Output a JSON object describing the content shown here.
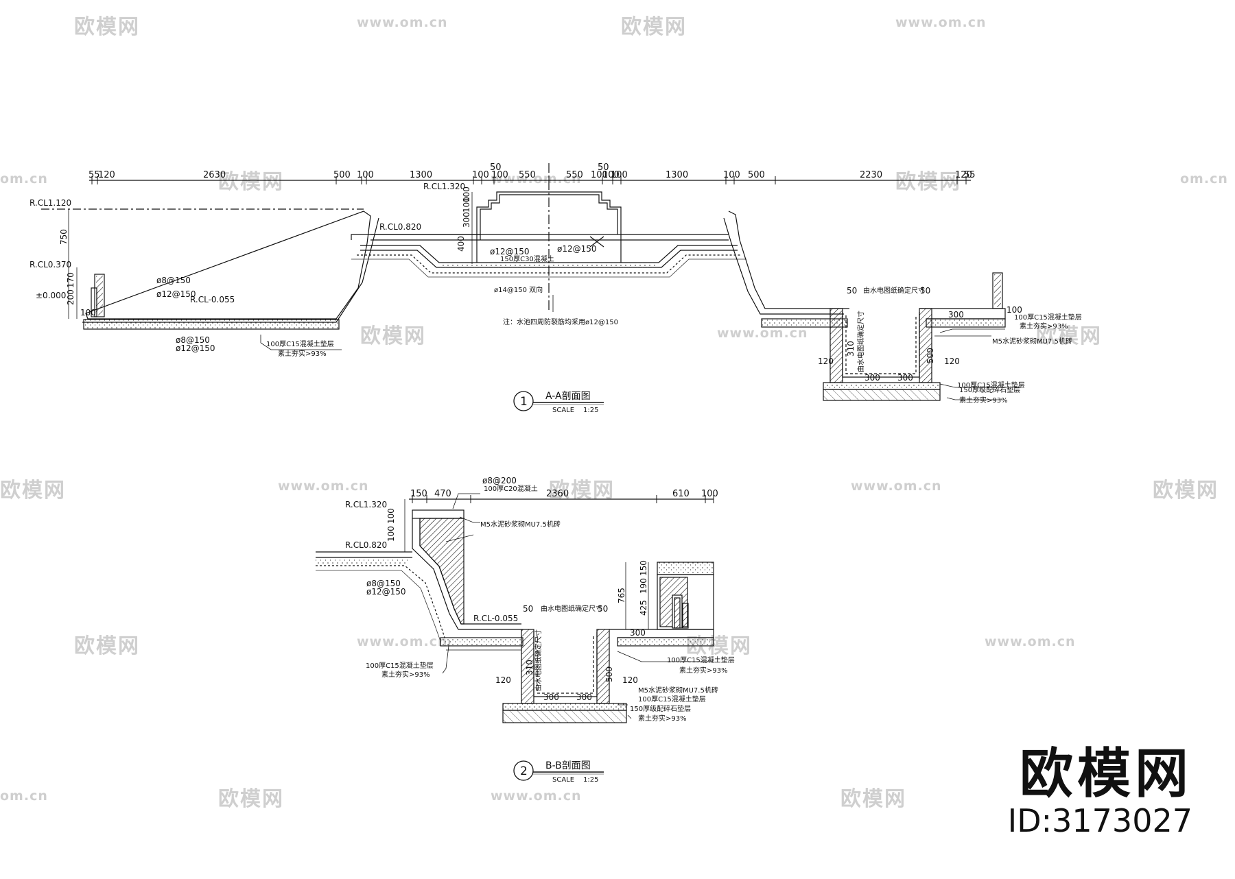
{
  "brand": {
    "name": "欧模网",
    "id_text": "ID:3173027"
  },
  "watermarks": {
    "brand": "欧模网",
    "url": "www.om.cn",
    "url_partial": "om.cn",
    "brand_partial": "欧模网"
  },
  "sections": [
    {
      "number": "1",
      "title": "A-A剖面图",
      "scale_label": "SCALE",
      "scale_value": "1:25"
    },
    {
      "number": "2",
      "title": "B-B剖面图",
      "scale_label": "SCALE",
      "scale_value": "1:25"
    }
  ],
  "aa": {
    "dims_top": [
      "55",
      "120",
      "2630",
      "500",
      "100",
      "1300",
      "100",
      "50",
      "100",
      "550",
      "550",
      "50",
      "100",
      "100",
      "100",
      "1300",
      "100",
      "500",
      "2230",
      "120",
      "55"
    ],
    "dims_v_left": [
      "750",
      "200",
      "170",
      "100"
    ],
    "dims_v_center": [
      "300",
      "100",
      "100",
      "400"
    ],
    "levels": [
      "R.CL1.120",
      "R.CL0.370",
      "±0.000",
      "R.CL1.320",
      "R.CL0.820",
      "R.CL-0.055"
    ],
    "labels": {
      "rebar_a": "ø8@150",
      "rebar_b": "ø12@150",
      "rebar_c": "ø8@150",
      "rebar_d": "ø12@150",
      "rebar_e": "ø12@150",
      "rebar_f": "ø12@150",
      "slab": "150厚C30混凝土",
      "rebar_g": "ø14@150 双向",
      "note": "注：水池四周防裂筋均采用ø12@150",
      "base1": "100厚C15混凝土垫层",
      "soil1": "素土夯实>93%",
      "trench_dim_l": "50",
      "trench_dim_note": "由水电图纸确定尺寸",
      "trench_dim_r": "50",
      "trench_d1": "100",
      "trench_d2": "300",
      "trench_base": "100厚C15混凝土垫层",
      "trench_soil": "素土夯实>93%",
      "trench_wall": "M5水泥砂浆砌MU7.5机砖",
      "trench_w1": "120",
      "trench_w2": "120",
      "trench_v1": "310",
      "trench_v2": "500",
      "trench_b1": "300",
      "trench_b2": "300",
      "trench_base2": "100厚C15混凝土垫层",
      "trench_gravel": "150厚级配碎石垫层",
      "trench_soil2": "素土夯实>93%",
      "trench_vnote": "由水电图纸确定尺寸"
    }
  },
  "bb": {
    "dims_top": [
      "150",
      "470",
      "2360",
      "610",
      "100"
    ],
    "dims_v_left": [
      "100",
      "100"
    ],
    "dims_v_right": [
      "150",
      "190",
      "425",
      "765"
    ],
    "levels": [
      "R.CL1.320",
      "R.CL0.820",
      "R.CL-0.055"
    ],
    "labels": {
      "rebar_top": "ø8@200",
      "coping": "100厚C20混凝土",
      "wall": "M5水泥砂浆砌MU7.5机砖",
      "rebar_a": "ø8@150",
      "rebar_b": "ø12@150",
      "base1": "100厚C15混凝土垫层",
      "soil1": "素土夯实>93%",
      "trench_dim_l": "50",
      "trench_dim_note": "由水电图纸确定尺寸",
      "trench_dim_r": "50",
      "trench_d1": "300",
      "trench_base_r": "100厚C15混凝土垫层",
      "trench_soil_r": "素土夯实>93%",
      "trench_w1": "120",
      "trench_w2": "120",
      "trench_v1": "310",
      "trench_v2": "500",
      "trench_b1": "300",
      "trench_b2": "300",
      "trench_wall2": "M5水泥砂浆砌MU7.5机砖",
      "trench_base2": "100厚C15混凝土垫层",
      "trench_gravel": "150厚级配碎石垫层",
      "trench_soil2": "素土夯实>93%",
      "trench_vnote": "由水电图纸确定尺寸"
    }
  }
}
